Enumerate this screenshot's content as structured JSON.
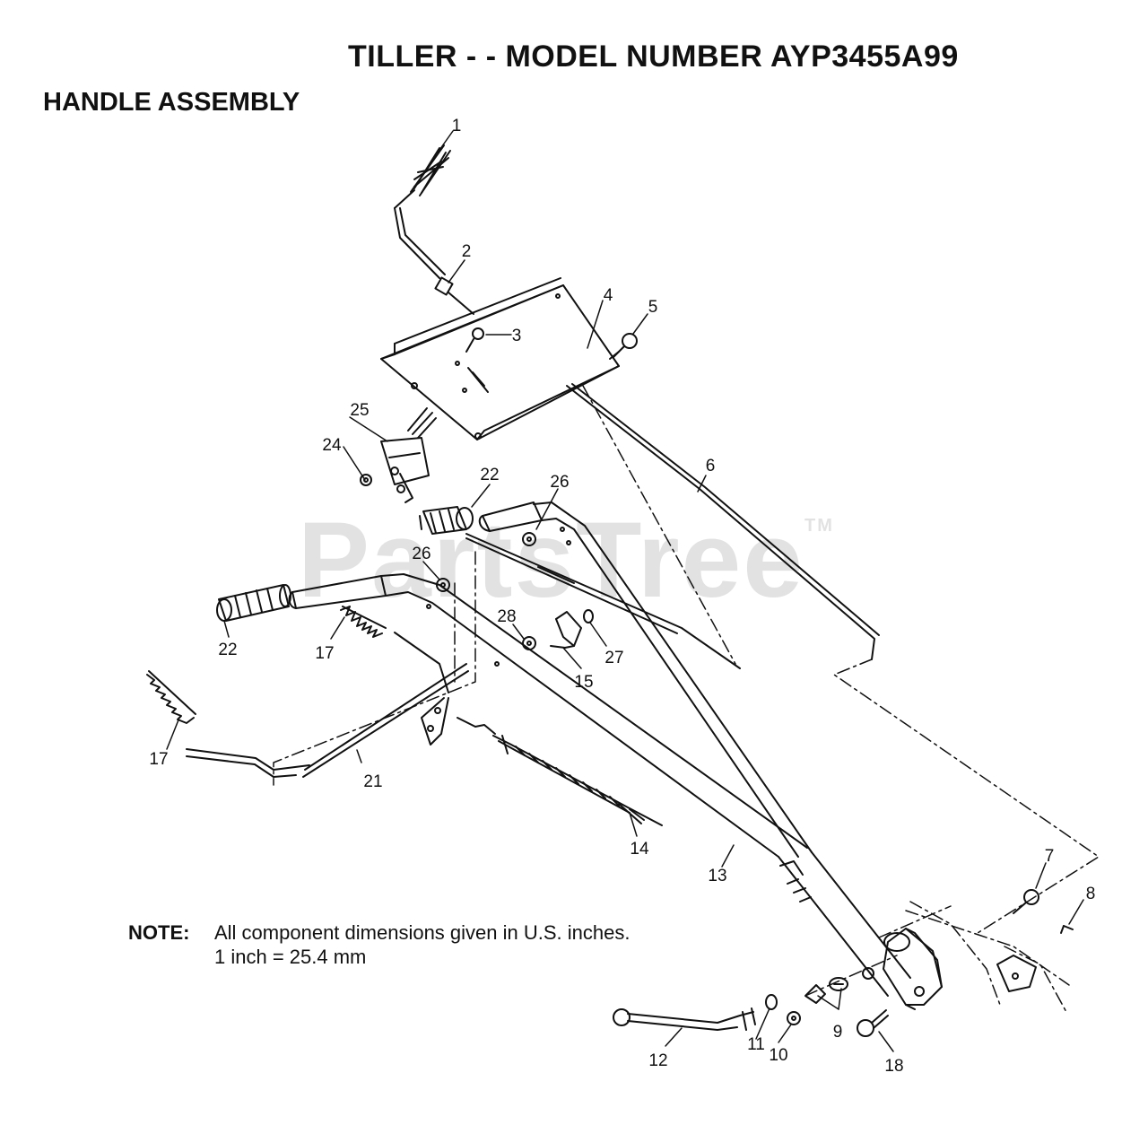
{
  "page_title": "TILLER - - MODEL NUMBER AYP3455A99",
  "section_title": "HANDLE ASSEMBLY",
  "note": {
    "label": "NOTE:",
    "line1": "All component dimensions given in U.S. inches.",
    "line2": "1 inch = 25.4 mm"
  },
  "watermark": {
    "text": "PartsTree",
    "tm": "TM"
  },
  "callouts": {
    "c1": "1",
    "c2": "2",
    "c3": "3",
    "c4": "4",
    "c5": "5",
    "c6": "6",
    "c7": "7",
    "c8": "8",
    "c9": "9",
    "c10": "10",
    "c11": "11",
    "c12": "12",
    "c13": "13",
    "c14": "14",
    "c15": "15",
    "c17a": "17",
    "c17b": "17",
    "c18": "18",
    "c21": "21",
    "c22a": "22",
    "c22b": "22",
    "c24": "24",
    "c25": "25",
    "c26a": "26",
    "c26b": "26",
    "c27": "27",
    "c28": "28"
  },
  "colors": {
    "ink": "#111111",
    "watermark": "#969696"
  }
}
